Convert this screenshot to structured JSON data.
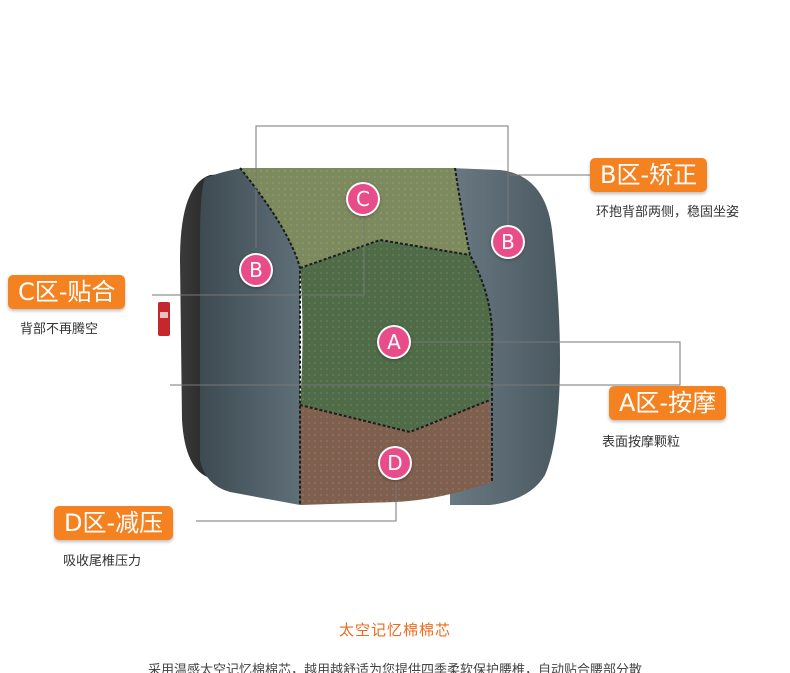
{
  "markers": {
    "c": "C",
    "b_left": "B",
    "b_right": "B",
    "a": "A",
    "d": "D"
  },
  "zones": {
    "b": {
      "title": "B区-矫正",
      "desc": "环抱背部两侧，稳固坐姿"
    },
    "c": {
      "title": "C区-贴合",
      "desc": "背部不再腾空"
    },
    "a": {
      "title": "A区-按摩",
      "desc": "表面按摩颗粒"
    },
    "d": {
      "title": "D区-减压",
      "desc": "吸收尾椎压力"
    }
  },
  "section_title": "太空记忆棉棉芯",
  "bottom_text": "采用温感太空记忆棉棉芯，越用越舒适为您提供四季柔软保护腰椎，自动贴合腰部分散",
  "colors": {
    "badge_bg": "#f58220",
    "marker_pink": "#e84d8a",
    "cushion_grey_blue": "#5a6870",
    "zone_c_green": "#7d8a5e",
    "zone_a_green": "#4f6b48",
    "zone_d_brown": "#7f5f4e",
    "leather_black": "#1e1e1e",
    "title_orange": "#ee6b1e"
  }
}
